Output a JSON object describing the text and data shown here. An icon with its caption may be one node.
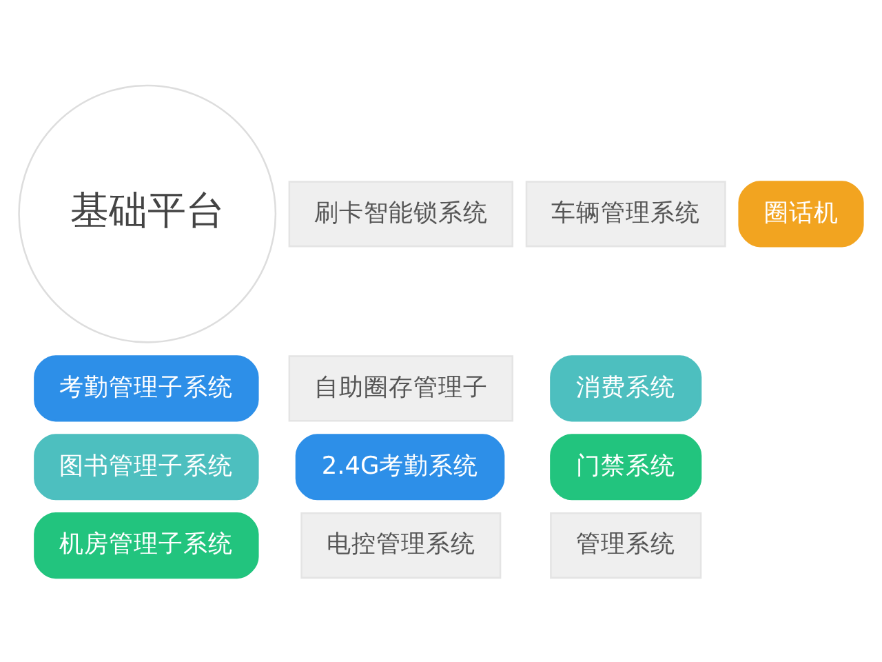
{
  "diagram": {
    "nodes": [
      {
        "text": [
          "基础平台"
        ]
      },
      {
        "text": [
          "圈话机"
        ]
      },
      {
        "text": [
          "消费系统"
        ]
      },
      {
        "text": [
          "门禁系统"
        ]
      },
      {
        "text": [
          "考勤管理子系统"
        ]
      },
      {
        "text": [
          "图书管理子系统"
        ]
      },
      {
        "text": [
          "机房管理子系统"
        ]
      },
      {
        "text": [
          "2.4G考勤系统"
        ]
      },
      {
        "text": [
          "管理系统"
        ]
      },
      {
        "text": [
          "电控管理系统"
        ]
      },
      {
        "text": [
          "刷卡智能锁系统"
        ]
      },
      {
        "text": [
          "自助圈存管理子"
        ]
      },
      {
        "text": [
          "车辆管理系统"
        ]
      }
    ]
  }
}
